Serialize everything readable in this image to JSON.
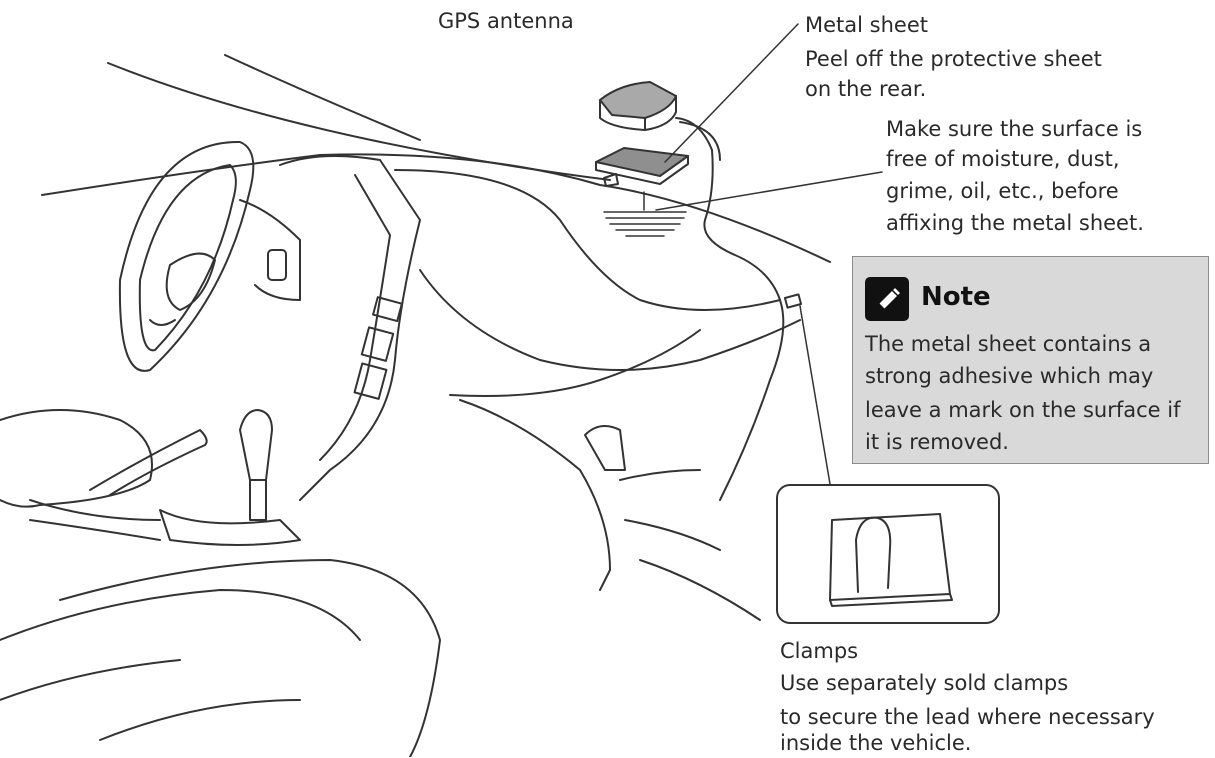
{
  "labels": {
    "gps_antenna": "GPS antenna",
    "metal_sheet": "Metal sheet",
    "metal_sheet_note": [
      "Peel off the protective sheet",
      "on the rear."
    ],
    "surface_note": [
      "Make sure the surface is",
      "free of moisture, dust,",
      "grime, oil, etc., before",
      "affixing the metal sheet."
    ]
  },
  "note": {
    "icon": "pencil-icon",
    "title": "Note",
    "lines": [
      "The metal sheet contains a",
      "strong adhesive which may",
      "leave a mark on the surface if",
      "it is removed."
    ]
  },
  "clamps": {
    "title": "Clamps",
    "lines": [
      "Use separately sold clamps",
      "to secure the lead where necessary",
      "inside the vehicle."
    ]
  },
  "colors": {
    "line": "#333333",
    "note_background": "#d9d9d9",
    "antenna_fill": "#a9a9a9",
    "sheet_fill": "#8f8f8f"
  }
}
